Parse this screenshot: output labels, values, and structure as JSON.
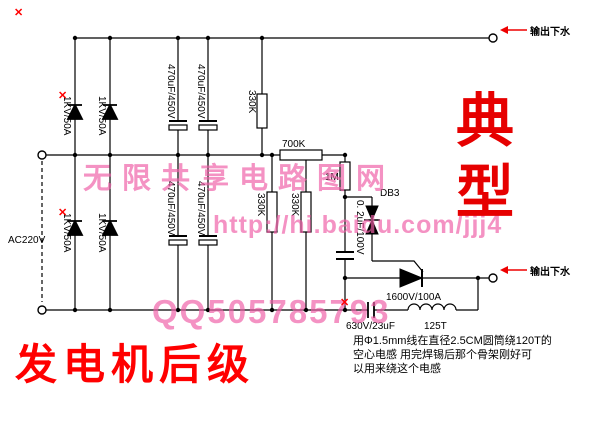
{
  "labels": {
    "ac_input": "AC220V",
    "diode": "1KV/50A",
    "cap_main": "470uF/450V",
    "r330k": "330K",
    "r700k": "700K",
    "r1m": "1M",
    "diac": "DB3",
    "cap_trigger": "0. 2uF/100V",
    "scr": "1600V/100A",
    "cap_out": "630V/23uF",
    "inductor": "125T"
  },
  "outputs": {
    "top": "输出下水",
    "right": "输出下水"
  },
  "texts": {
    "typical_char1": "典",
    "typical_char2": "型",
    "title": "发电机后级",
    "note_line1": "用Φ1.5mm线在直径2.5CM圆筒绕120T的",
    "note_line2": "空心电感 用完焊锡后那个骨架刚好可",
    "note_line3": "以用来绕这个电感"
  },
  "watermarks": {
    "wm1": "无限共享电路图网",
    "wm2": "http://hi.baidu.com/jjj4",
    "wm3": "QQ505785793"
  },
  "decor": {
    "x_glyph": "✕"
  },
  "colors": {
    "accent_red": "#ee0000",
    "watermark_pink": "#ef5fa7",
    "wire": "#000000"
  }
}
